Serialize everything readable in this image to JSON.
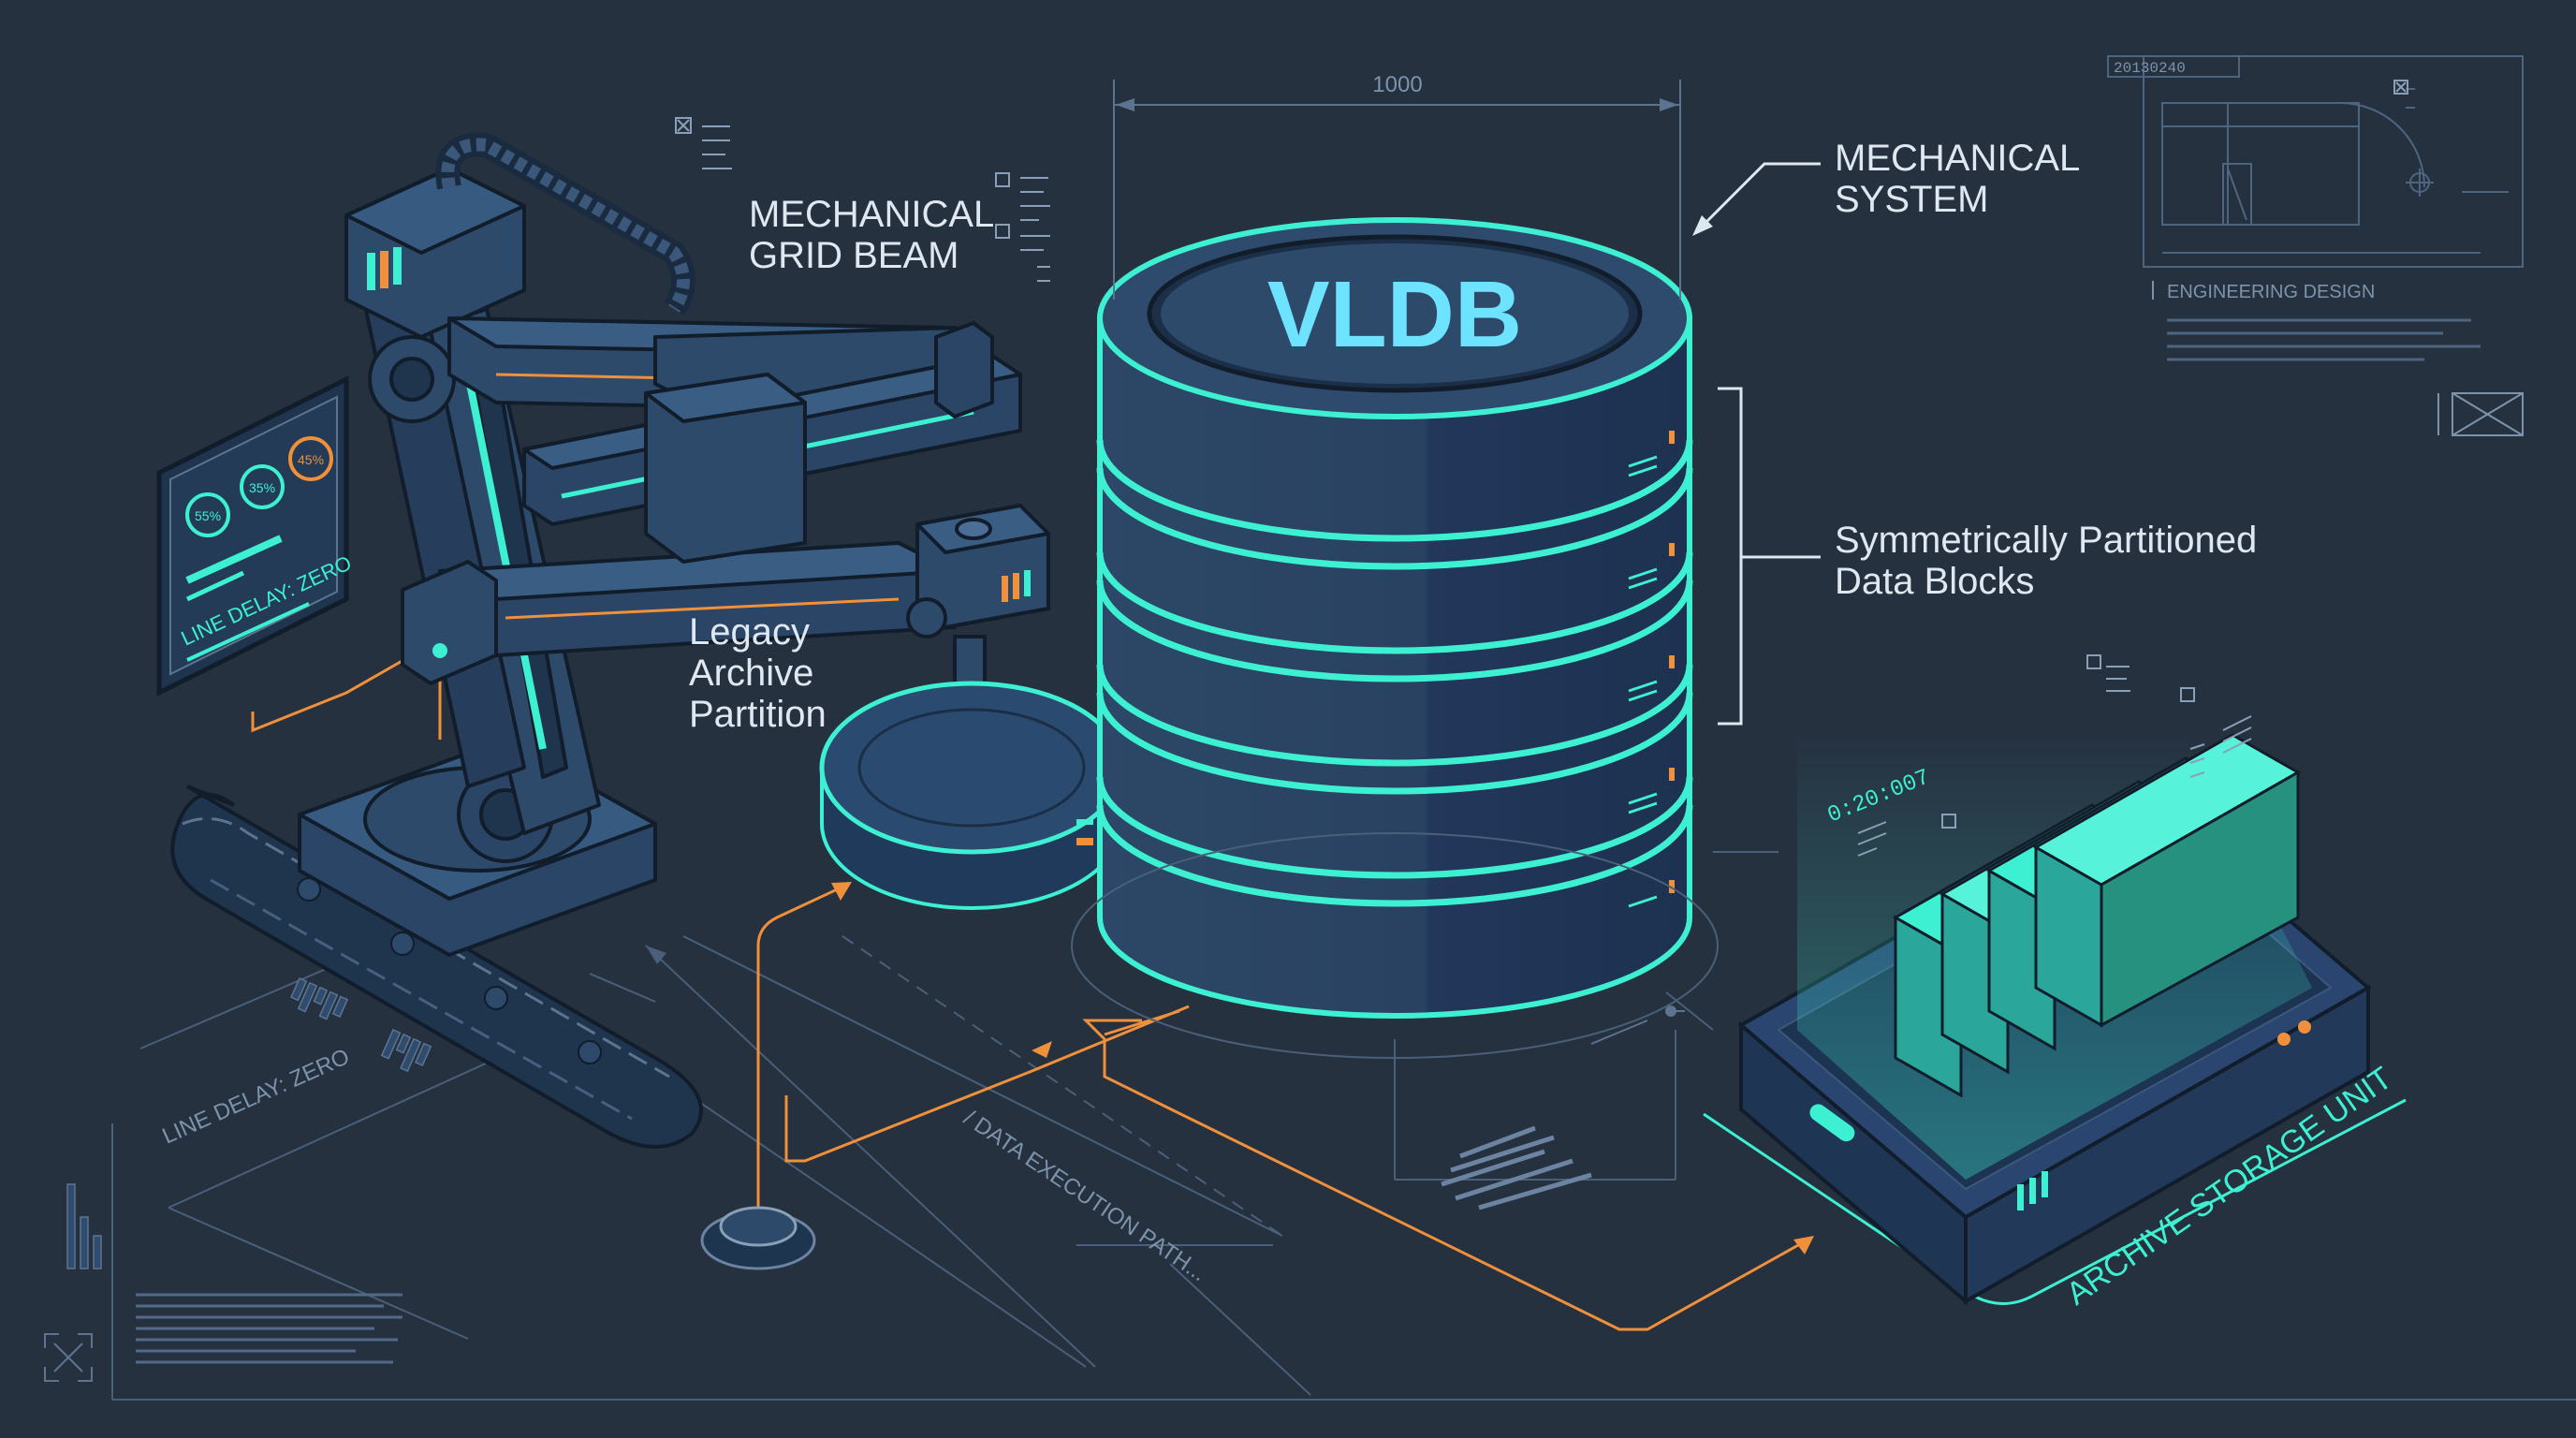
{
  "colors": {
    "background": "#263140",
    "line": "#5d7490",
    "cyan": "#3ef0d2",
    "navy": "#2d4a6b",
    "navy_dark": "#1f344d",
    "orange": "#f0903a",
    "text": "#dfe7f0"
  },
  "dimension": {
    "width_label": "1000"
  },
  "database": {
    "title": "VLDB"
  },
  "labels": {
    "grid_beam": [
      "MECHANICAL",
      "GRID BEAM"
    ],
    "mech_system": [
      "MECHANICAL",
      "SYSTEM"
    ],
    "legacy": [
      "Legacy",
      "Archive",
      "Partition"
    ],
    "blocks": [
      "Symmetrically Partitioned",
      "Data Blocks"
    ],
    "path": "/ DATA EXECUTION PATH...",
    "storage": "ARCHIVE STORAGE UNIT",
    "delay_panel": "LINE DELAY: ZERO",
    "delay_floor": "LINE DELAY: ZERO"
  },
  "monitor": {
    "gauges": [
      "55%",
      "35%",
      "45%"
    ]
  },
  "blueprint": {
    "code": "20130240",
    "title": "ENGINEERING DESIGN"
  },
  "holo": {
    "readout": "0:20:007"
  },
  "icons": {
    "close": "close-icon",
    "crosshair": "crosshair-icon",
    "cross_box": "cross-box-icon"
  }
}
